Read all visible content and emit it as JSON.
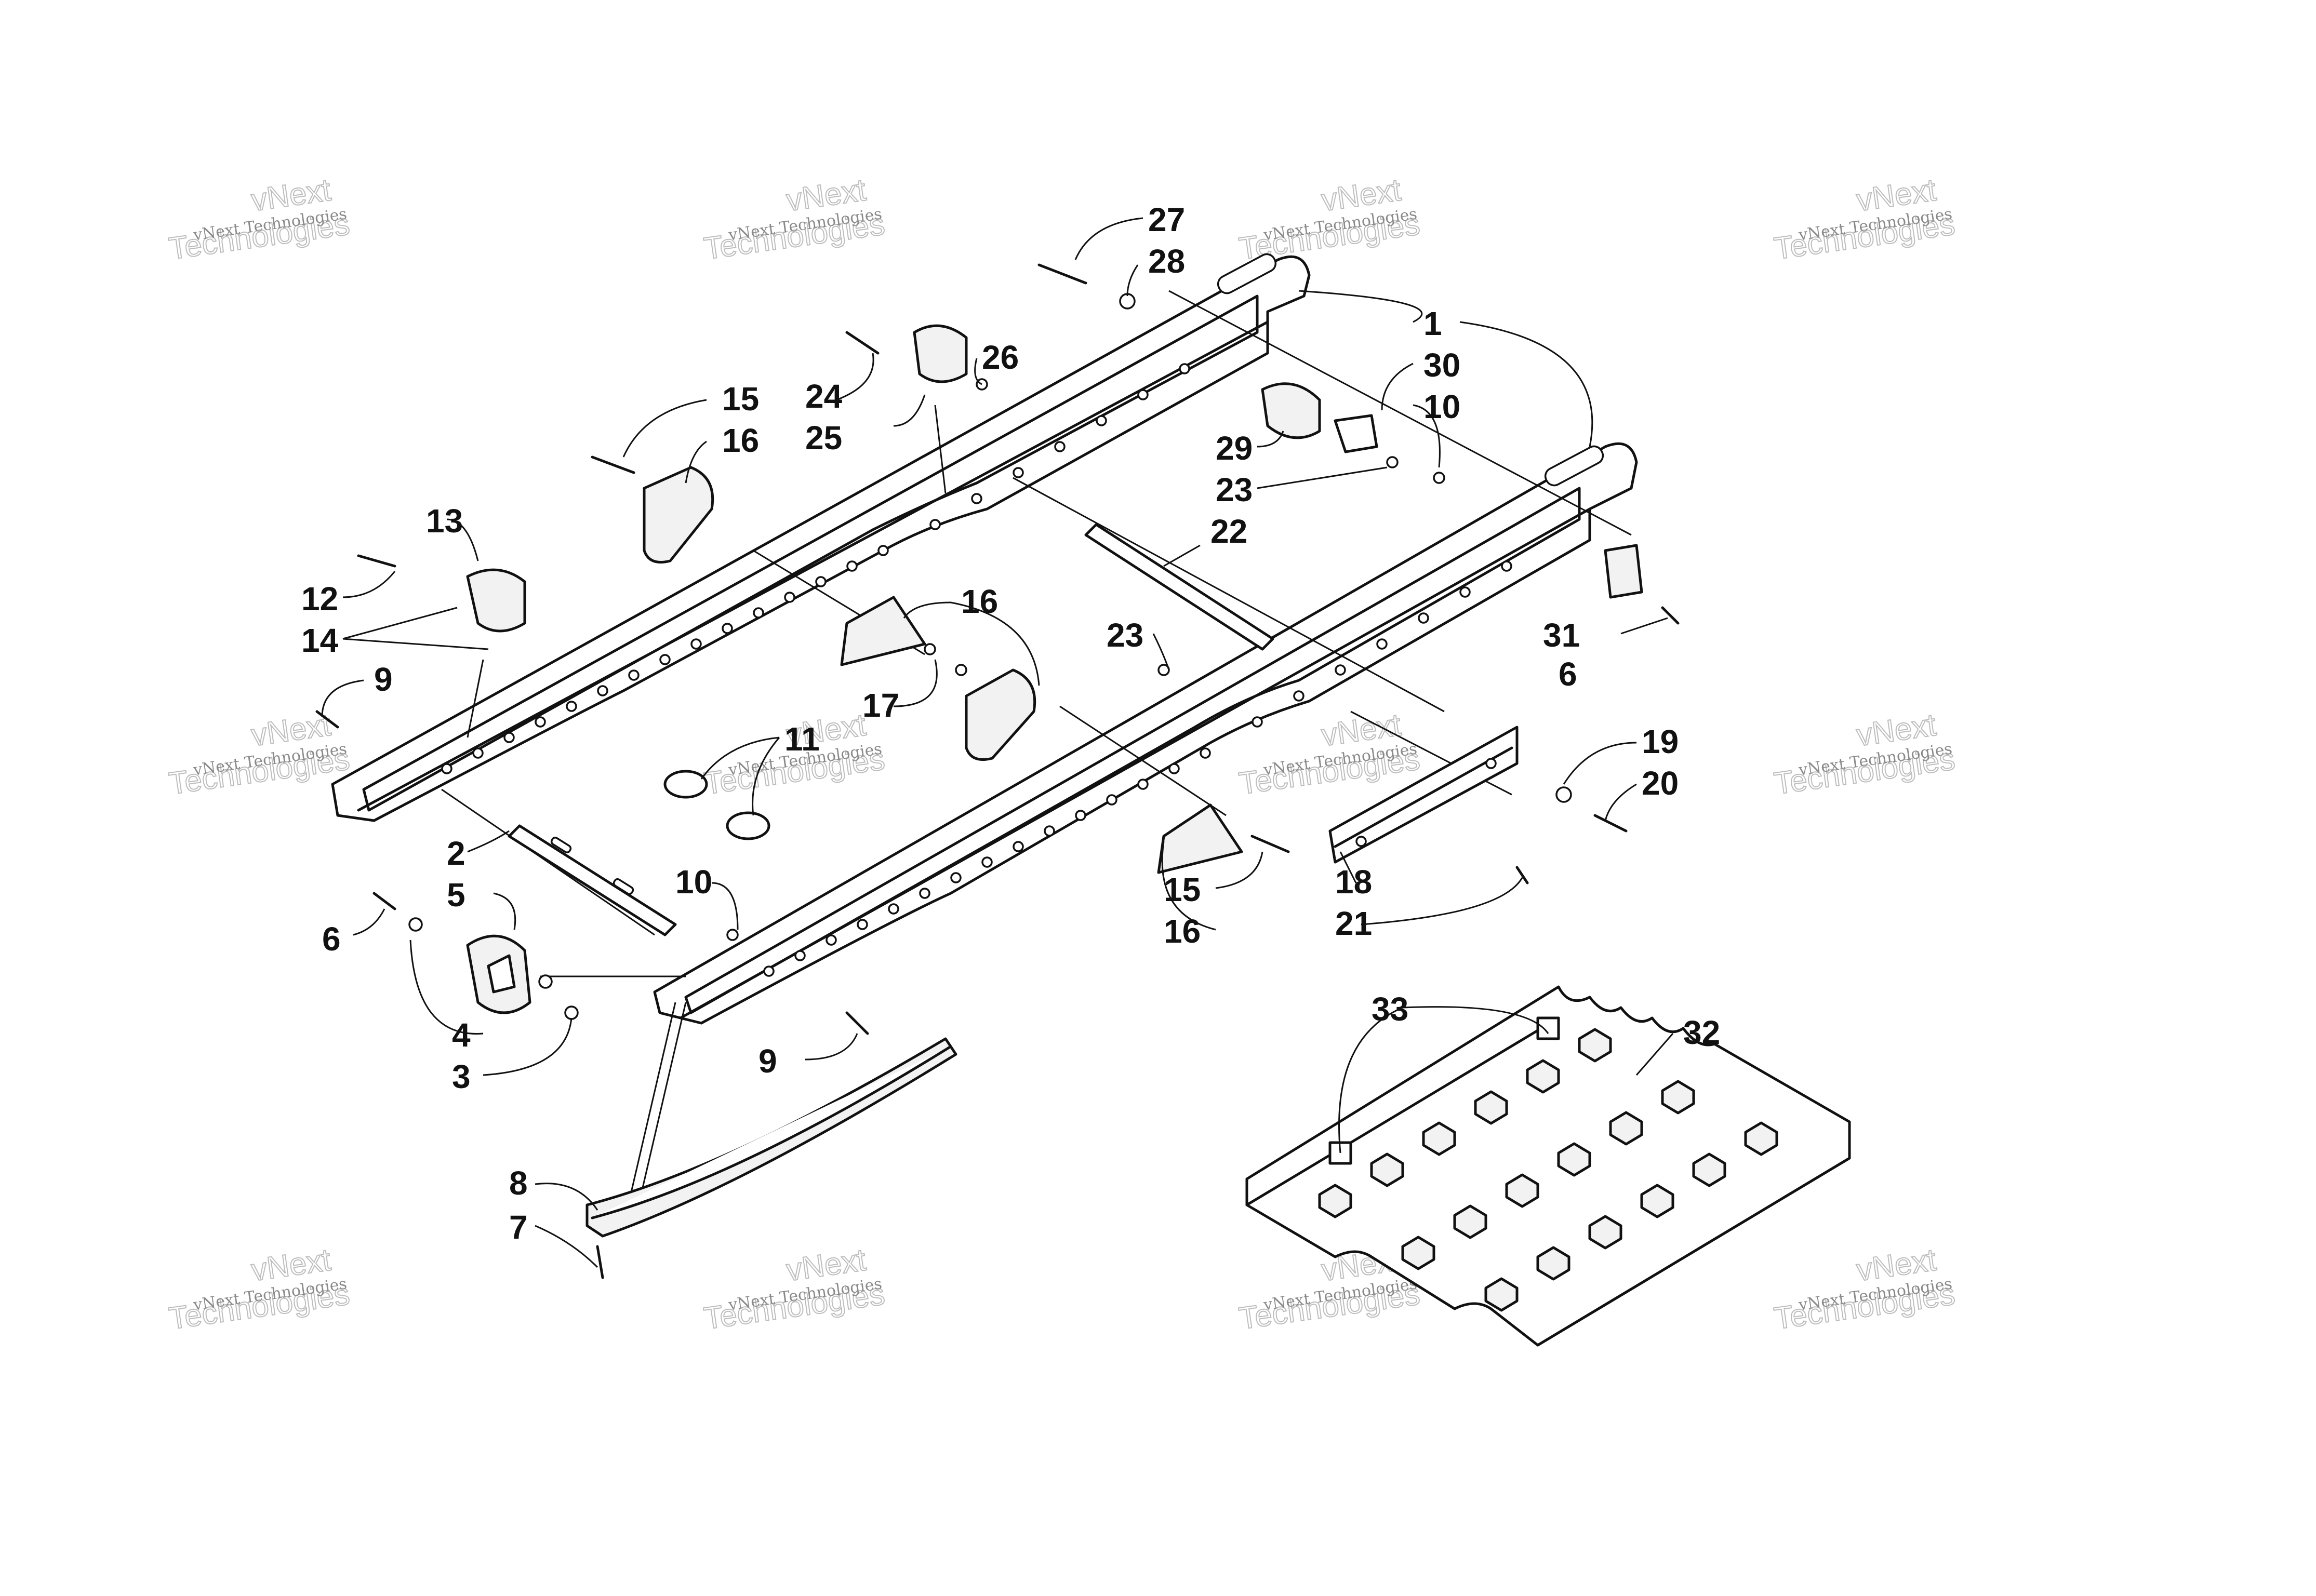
{
  "watermark": {
    "line1": "vNext",
    "line2": "Technologies",
    "line3": "vNext Technologies"
  },
  "callouts": {
    "c1": "1",
    "c2": "2",
    "c3": "3",
    "c4": "4",
    "c5": "5",
    "c6a": "6",
    "c6b": "6",
    "c7": "7",
    "c8": "8",
    "c9a": "9",
    "c9b": "9",
    "c10a": "10",
    "c10b": "10",
    "c11": "11",
    "c12": "12",
    "c13": "13",
    "c14": "14",
    "c15a": "15",
    "c15b": "15",
    "c16a": "16",
    "c16b": "16",
    "c16c": "16",
    "c17": "17",
    "c18": "18",
    "c19": "19",
    "c20": "20",
    "c21": "21",
    "c22": "22",
    "c23a": "23",
    "c23b": "23",
    "c24": "24",
    "c25": "25",
    "c26": "26",
    "c27": "27",
    "c28": "28",
    "c29": "29",
    "c30": "30",
    "c31": "31",
    "c32": "32",
    "c33": "33"
  }
}
